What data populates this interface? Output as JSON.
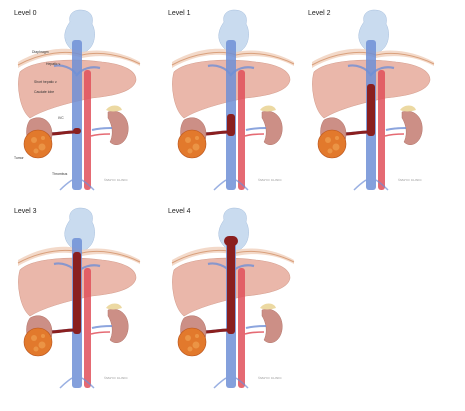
{
  "panels": [
    {
      "title": "Level 0",
      "level": 0
    },
    {
      "title": "Level 1",
      "level": 1
    },
    {
      "title": "Level 2",
      "level": 2
    },
    {
      "title": "Level 3",
      "level": 3
    },
    {
      "title": "Level 4",
      "level": 4
    }
  ],
  "labels": {
    "diaphragm": "Diaphragm",
    "hepatic": "Hepatic v.",
    "short_hepatic": "Short hepatic v.",
    "caudate": "Caudate lobe",
    "ivc": "IVC",
    "tumor": "Tumor",
    "thrombus": "Thrombus"
  },
  "brand": "©MAYO CLINIC",
  "colors": {
    "liver": "#e3a08e",
    "vein": "#6f8fd6",
    "artery": "#e0505a",
    "thrombus": "#8a1f1f",
    "kidney": "#cc8f86",
    "tumor": "#e2792c",
    "heart": "#c4d8ee",
    "adrenal": "#ecd9a2"
  }
}
